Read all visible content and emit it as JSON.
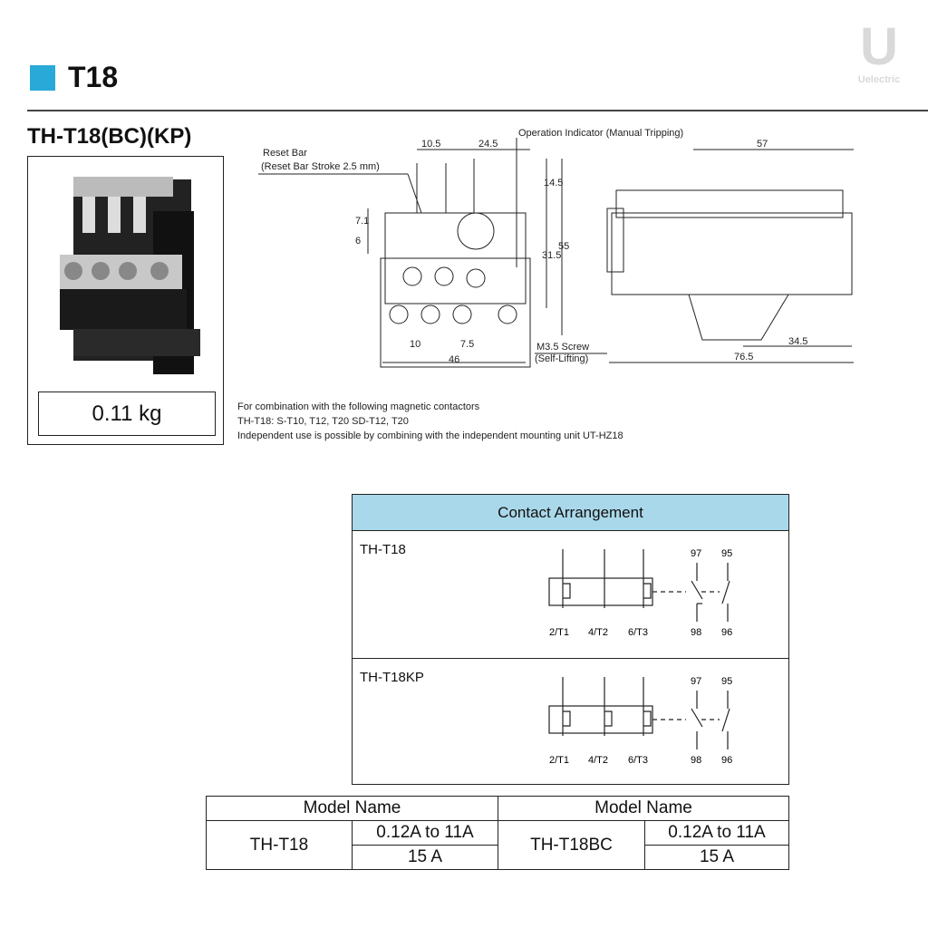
{
  "header": {
    "title": "T18",
    "accent": "#29a9d8",
    "logo_letter": "U",
    "logo_text": "Uelectric"
  },
  "product": {
    "name": "TH-T18(BC)(KP)",
    "weight": "0.11 kg"
  },
  "drawing": {
    "reset_bar": "Reset Bar",
    "reset_bar_stroke": "(Reset Bar Stroke 2.5 mm)",
    "operation_indicator": "Operation Indicator (Manual Tripping)",
    "screw": "M3.5 Screw",
    "screw_note": "(Self-Lifting)",
    "dims": {
      "d10_5": "10.5",
      "d24_5": "24.5",
      "d14_5": "14.5",
      "d7_1": "7.1",
      "d6": "6",
      "d31_5": "31.5",
      "d55": "55",
      "d10": "10",
      "d7_5": "7.5",
      "d46": "46",
      "d57": "57",
      "d34_5": "34.5",
      "d76_5": "76.5"
    }
  },
  "notes": [
    "For combination with the following magnetic contactors",
    "TH-T18: S-T10, T12, T20 SD-T12, T20",
    "Independent use is possible by combining with the independent mounting unit UT-HZ18"
  ],
  "contact": {
    "header": "Contact Arrangement",
    "header_color": "#a9d8ea",
    "rows": [
      {
        "model": "TH-T18",
        "top": [
          "97",
          "95"
        ],
        "bottom": [
          "2/T1",
          "4/T2",
          "6/T3",
          "98",
          "96"
        ]
      },
      {
        "model": "TH-T18KP",
        "top": [
          "97",
          "95"
        ],
        "bottom": [
          "2/T1",
          "4/T2",
          "6/T3",
          "98",
          "96"
        ]
      }
    ]
  },
  "models": {
    "header": "Model Name",
    "left": {
      "name": "TH-T18",
      "range": "0.12A to 11A",
      "max": "15 A"
    },
    "right": {
      "name": "TH-T18BC",
      "range": "0.12A to 11A",
      "max": "15 A"
    }
  }
}
